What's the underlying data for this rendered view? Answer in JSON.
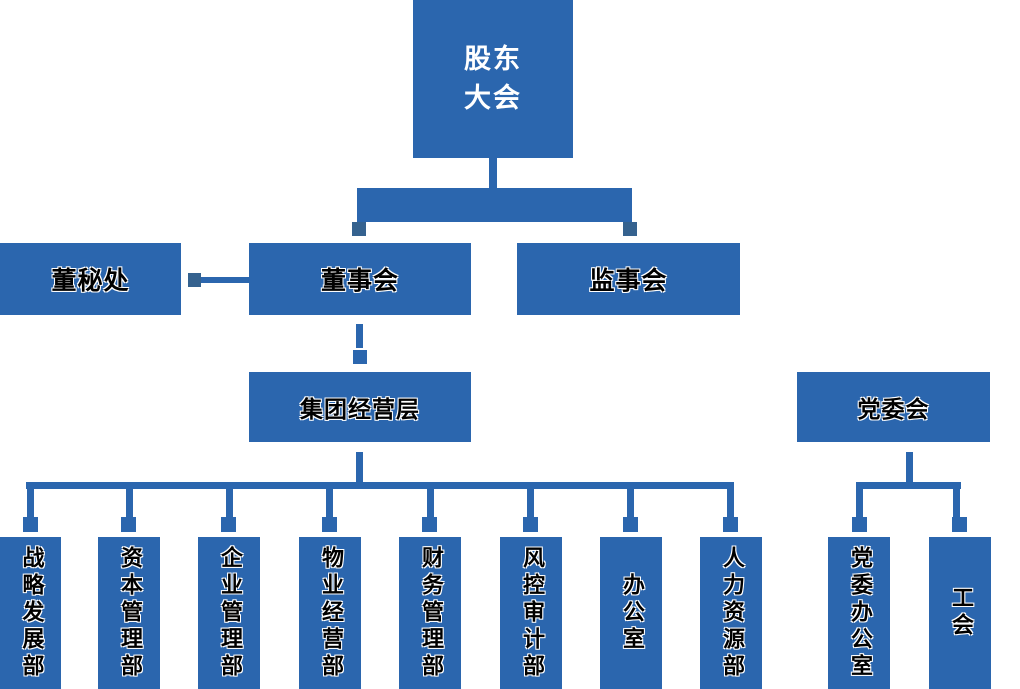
{
  "colors": {
    "primary_blue": "#2b66ae",
    "square_blue": "#35628f",
    "top_text": "#ffffff",
    "node_text": "#000000",
    "background": "#ffffff"
  },
  "chart": {
    "type": "org-chart",
    "root": {
      "label": "股东\n大会"
    },
    "second_level": {
      "board_secretary": {
        "label": "董秘处"
      },
      "board_of_directors": {
        "label": "董事会"
      },
      "supervisory_board": {
        "label": "监事会"
      }
    },
    "third_level": {
      "group_management": {
        "label": "集团经营层"
      },
      "party_committee": {
        "label": "党委会"
      }
    },
    "management_departments": [
      "战略发展部",
      "资本管理部",
      "企业管理部",
      "物业经营部",
      "财务管理部",
      "风控审计部",
      "办公室",
      "人力资源部"
    ],
    "party_departments": [
      "党委办公室",
      "工会"
    ]
  }
}
